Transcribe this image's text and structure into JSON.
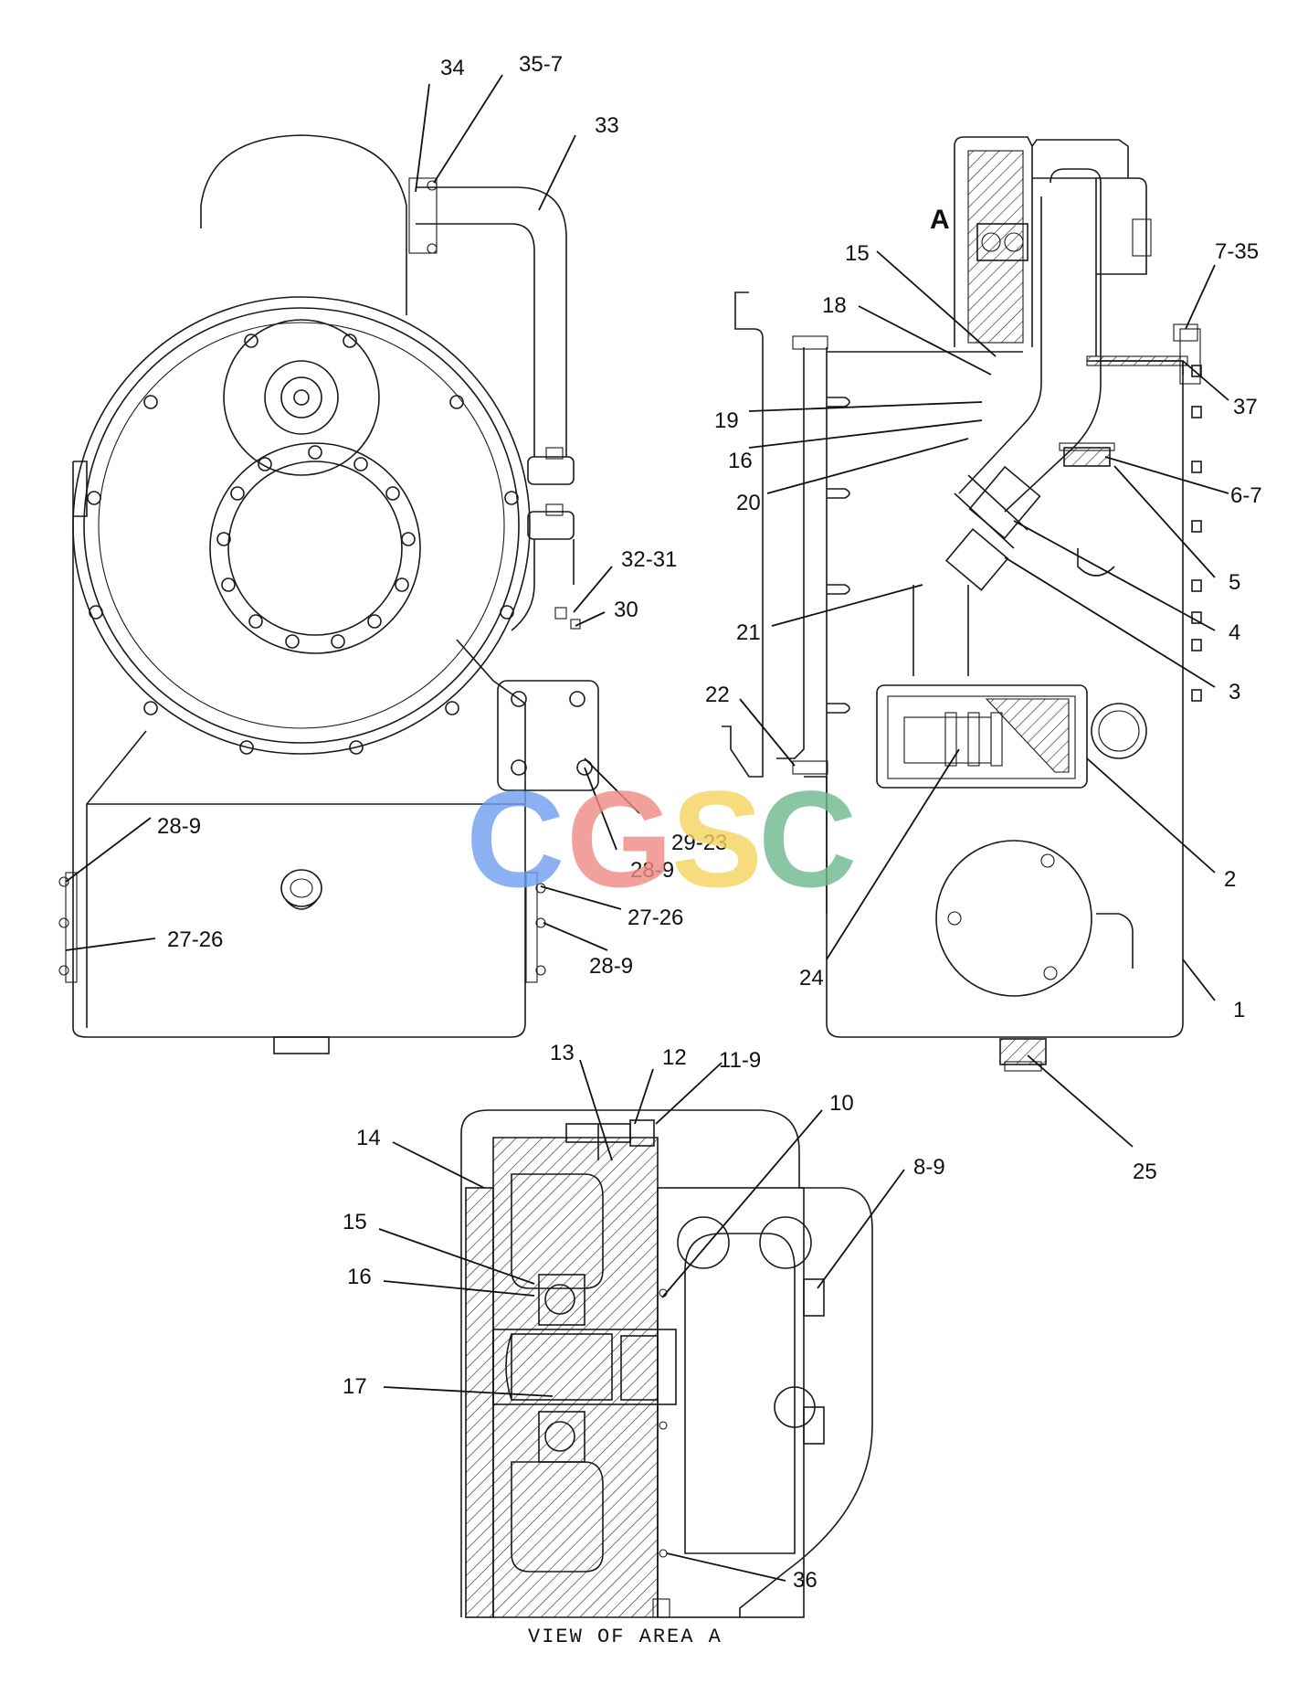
{
  "watermark": {
    "letters": [
      "C",
      "G",
      "S",
      "C"
    ],
    "colors": [
      "#6f9ef0",
      "#ee8a82",
      "#f4d45e",
      "#6fb98e"
    ]
  },
  "area_label": "A",
  "caption": "VIEW OF AREA A",
  "callouts": [
    {
      "label": "34"
    },
    {
      "label": "35-7"
    },
    {
      "label": "33"
    },
    {
      "label": "32-31"
    },
    {
      "label": "30"
    },
    {
      "label": "29-23"
    },
    {
      "label": "28-9"
    },
    {
      "label": "28-9"
    },
    {
      "label": "28-9"
    },
    {
      "label": "27-26"
    },
    {
      "label": "27-26"
    },
    {
      "label": "15"
    },
    {
      "label": "18"
    },
    {
      "label": "19"
    },
    {
      "label": "16"
    },
    {
      "label": "20"
    },
    {
      "label": "21"
    },
    {
      "label": "22"
    },
    {
      "label": "24"
    },
    {
      "label": "7-35"
    },
    {
      "label": "37"
    },
    {
      "label": "6-7"
    },
    {
      "label": "5"
    },
    {
      "label": "4"
    },
    {
      "label": "3"
    },
    {
      "label": "2"
    },
    {
      "label": "1"
    },
    {
      "label": "25"
    },
    {
      "label": "13"
    },
    {
      "label": "12"
    },
    {
      "label": "11-9"
    },
    {
      "label": "10"
    },
    {
      "label": "14"
    },
    {
      "label": "15"
    },
    {
      "label": "16"
    },
    {
      "label": "17"
    },
    {
      "label": "8-9"
    },
    {
      "label": "36"
    }
  ]
}
